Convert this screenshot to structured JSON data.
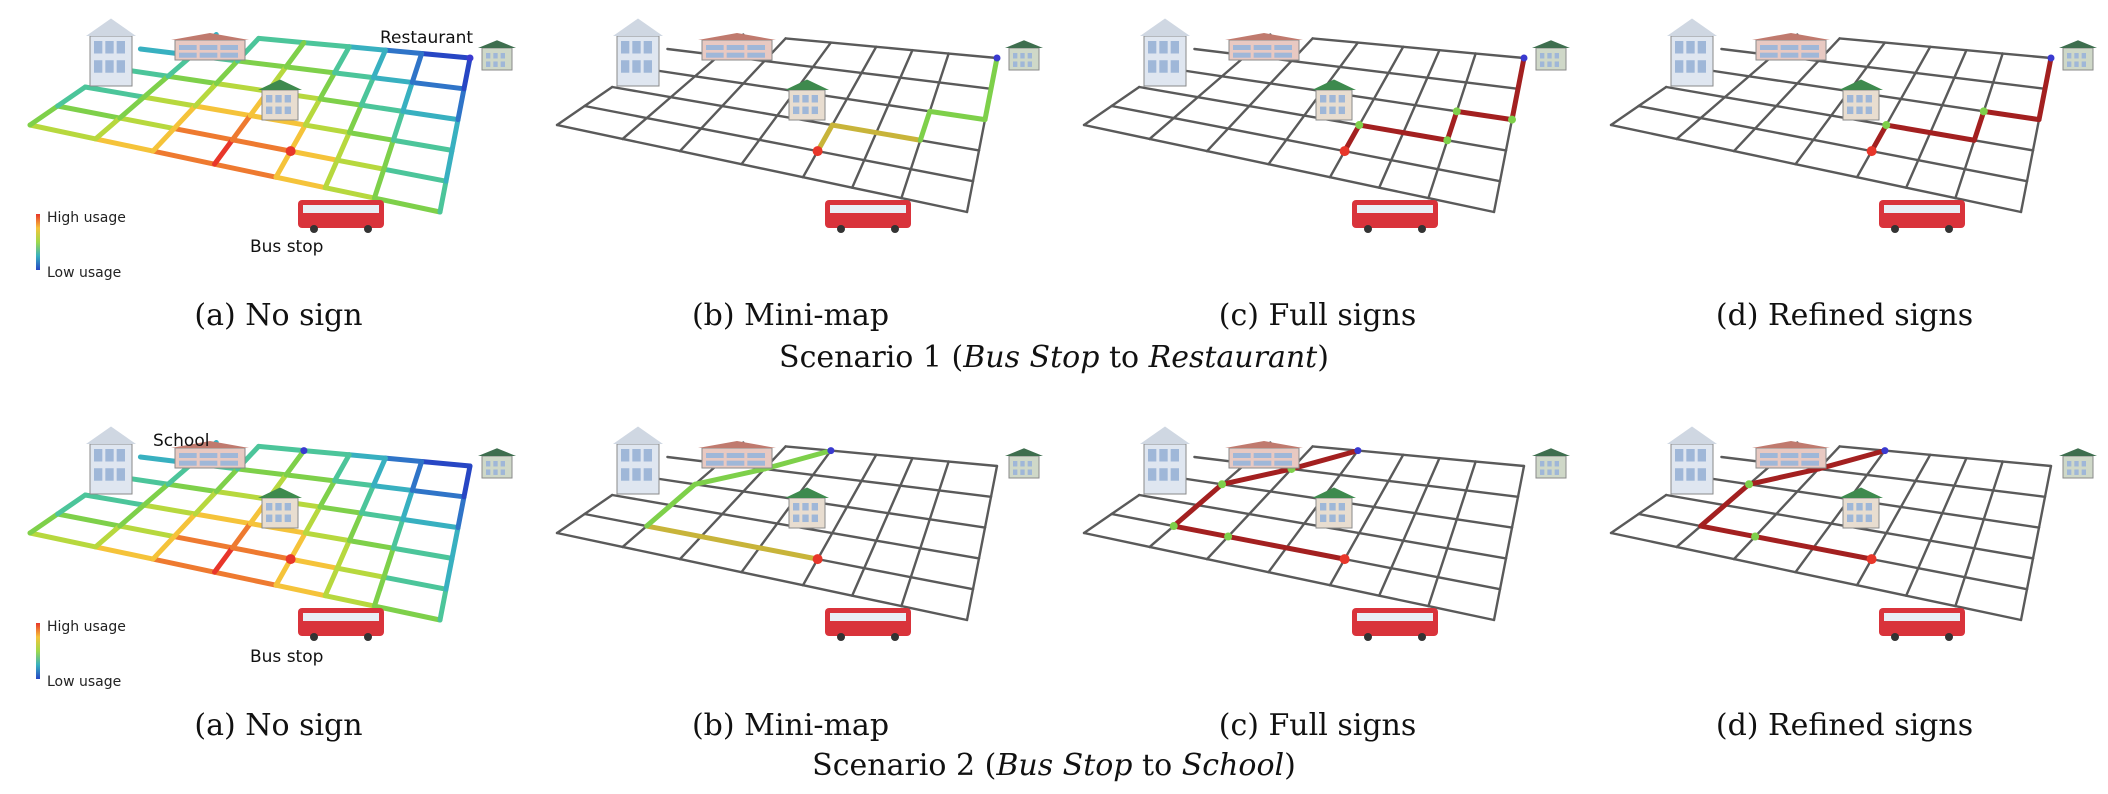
{
  "colors": {
    "grid": "#555555",
    "route": "#a32020",
    "high_usage": "#e8362a",
    "low_usage": "#2746c4",
    "waypoint": "#7ed04a",
    "endpoint": "#3a3ad0"
  },
  "panel_captions": [
    "(a) No sign",
    "(b) Mini-map",
    "(c) Full signs",
    "(d) Refined signs"
  ],
  "scenarios": [
    {
      "prefix": "Scenario 1 (",
      "from": "Bus Stop",
      "joiner": " to ",
      "to": "Restaurant",
      "suffix": ")",
      "destination_label": "Restaurant",
      "origin_label": "Bus stop"
    },
    {
      "prefix": "Scenario 2 (",
      "from": "Bus Stop",
      "joiner": " to ",
      "to": "School",
      "suffix": ")",
      "destination_label": "School",
      "origin_label": "Bus stop"
    }
  ],
  "legend": {
    "high": "High usage",
    "low": "Low usage"
  },
  "icons": [
    "office-building-icon",
    "school-building-icon",
    "house-icon",
    "restaurant-icon",
    "bus-icon"
  ]
}
